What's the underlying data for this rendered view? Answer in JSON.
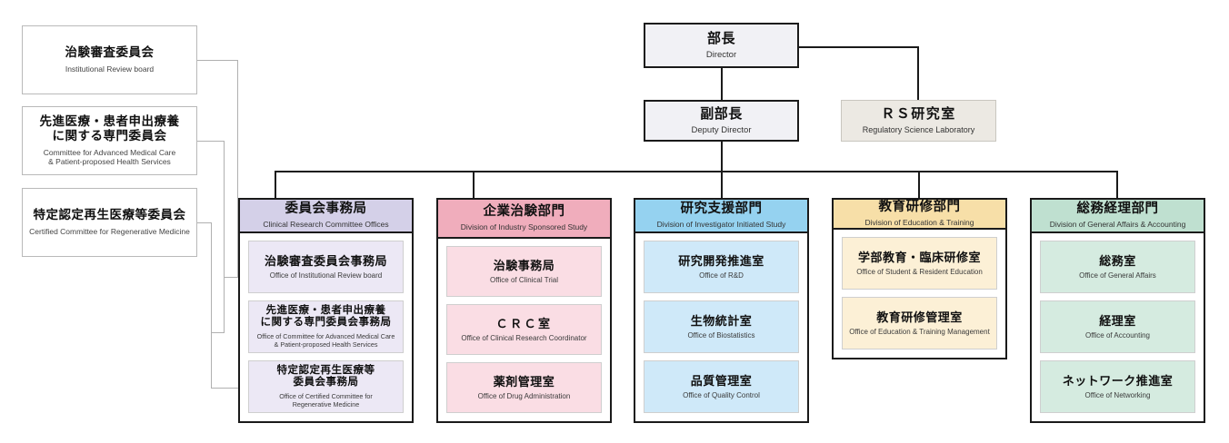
{
  "title": "Clinical Research Center Organization Chart",
  "top": {
    "director": {
      "jp": "部長",
      "en": "Director"
    },
    "deputy": {
      "jp": "副部長",
      "en": "Deputy Director"
    },
    "rs_lab": {
      "jp": "ＲＳ研究室",
      "en": "Regulatory Science Laboratory"
    }
  },
  "committees": [
    {
      "jp": "治験審査委員会",
      "en": "Institutional Review board"
    },
    {
      "jp": "先進医療・患者申出療養\nに関する専門委員会",
      "en": "Committee for Advanced Medical Care\n& Patient-proposed Health Services"
    },
    {
      "jp": "特定認定再生医療等委員会",
      "en": "Certified Committee for Regenerative Medicine"
    }
  ],
  "departments": [
    {
      "id": "committee-offices",
      "head": {
        "jp": "委員会事務局",
        "en": "Clinical Research Committee Offices"
      },
      "head_color": "#d4d0e8",
      "sub_color": "#ece8f5",
      "subs": [
        {
          "jp": "治験審査委員会事務局",
          "en": "Office of Institutional Review board"
        },
        {
          "jp": "先進医療・患者申出療養\nに関する専門委員会事務局",
          "en": "Office of Committee for Advanced Medical Care\n& Patient-proposed Health Services"
        },
        {
          "jp": "特定認定再生医療等\n委員会事務局",
          "en": "Office of Certified Committee for\nRegenerative Medicine"
        }
      ]
    },
    {
      "id": "industry-sponsored-study",
      "head": {
        "jp": "企業治験部門",
        "en": "Division of Industry Sponsored Study"
      },
      "head_color": "#f0adbc",
      "sub_color": "#fadde4",
      "subs": [
        {
          "jp": "治験事務局",
          "en": "Office of Clinical Trial"
        },
        {
          "jp": "ＣＲＣ室",
          "en": "Office of Clinical Research Coordinator"
        },
        {
          "jp": "薬剤管理室",
          "en": "Office of Drug Administration"
        }
      ]
    },
    {
      "id": "investigator-initiated-study",
      "head": {
        "jp": "研究支援部門",
        "en": "Division of Investigator Initiated Study"
      },
      "head_color": "#95d2f0",
      "sub_color": "#cfe9f9",
      "subs": [
        {
          "jp": "研究開発推進室",
          "en": "Office of R&D"
        },
        {
          "jp": "生物統計室",
          "en": "Office of Biostatistics"
        },
        {
          "jp": "品質管理室",
          "en": "Office of Quality Control"
        }
      ]
    },
    {
      "id": "education-training",
      "head": {
        "jp": "教育研修部門",
        "en": "Division of Education & Training"
      },
      "head_color": "#f7dfa8",
      "sub_color": "#fcf0d6",
      "subs": [
        {
          "jp": "学部教育・臨床研修室",
          "en": "Office of Student & Resident Education"
        },
        {
          "jp": "教育研修管理室",
          "en": "Office of Education & Training Management"
        }
      ]
    },
    {
      "id": "general-affairs-accounting",
      "head": {
        "jp": "総務経理部門",
        "en": "Division of General Affairs & Accounting"
      },
      "head_color": "#bfe0d0",
      "sub_color": "#d5ebe0",
      "subs": [
        {
          "jp": "総務室",
          "en": "Office of General Affairs"
        },
        {
          "jp": "経理室",
          "en": "Office of Accounting"
        },
        {
          "jp": "ネットワーク推進室",
          "en": "Office of Networking"
        }
      ]
    }
  ]
}
